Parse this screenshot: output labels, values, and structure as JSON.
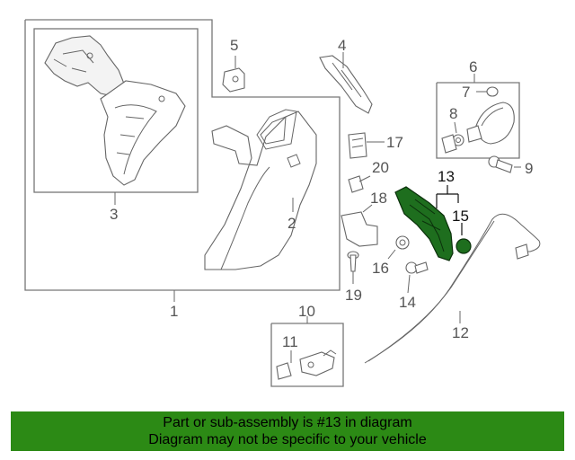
{
  "callouts": {
    "c1": "1",
    "c2": "2",
    "c3": "3",
    "c4": "4",
    "c5": "5",
    "c6": "6",
    "c7": "7",
    "c8": "8",
    "c9": "9",
    "c10": "10",
    "c11": "11",
    "c12": "12",
    "c13": "13",
    "c14": "14",
    "c15": "15",
    "c16": "16",
    "c17": "17",
    "c18": "18",
    "c19": "19",
    "c20": "20"
  },
  "highlight": {
    "part_number": "13",
    "color": "#2c8a15"
  },
  "banner": {
    "line1": "Part or sub-assembly is #13 in diagram",
    "line2": "Diagram may not be specific to your vehicle"
  }
}
